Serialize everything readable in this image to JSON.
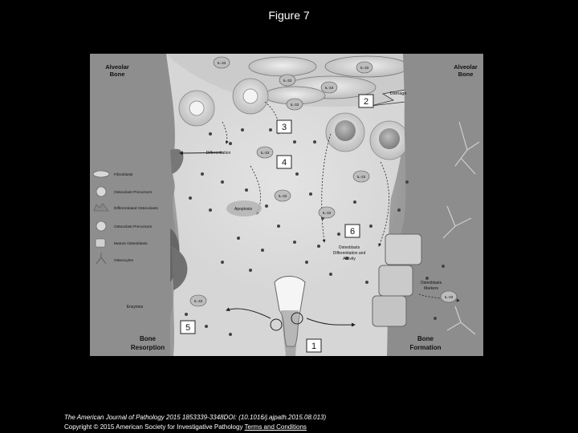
{
  "header": {
    "title": "Figure 7"
  },
  "figure": {
    "labels": {
      "alveolar_bone_left": [
        "Alveolar",
        "Bone"
      ],
      "alveolar_bone_right": [
        "Alveolar",
        "Bone"
      ],
      "damage": "Damage",
      "differentiation": "Differentiation",
      "apoptosis": "Apoptosis",
      "osteoblasts_diff": [
        "Osteoblasts",
        "Differentiation and",
        "Activity"
      ],
      "osteoblasts_markers": [
        "Osteoblasts",
        "Markers"
      ],
      "enzymes": "Enzymes",
      "bone_resorption": [
        "Bone",
        "Resorption"
      ],
      "bone_formation": [
        "Bone",
        "Formation"
      ],
      "il33": "IL-33"
    },
    "legend": [
      "Fibroblasts",
      "Osteoclast Precursors",
      "Differentiated Osteoclasts",
      "Osteoclast Precursors",
      "Mature Osteoblasts",
      "Osteocytes"
    ],
    "step_numbers": [
      "1",
      "2",
      "3",
      "4",
      "5",
      "6"
    ]
  },
  "footer": {
    "journal": "The American Journal of Pathology",
    "citation": " 2015 1853339-3348DOI: (10.1016/j.ajpath.2015.08.013)",
    "copyright": "Copyright © 2015 American Society for Investigative Pathology",
    "terms_link": "Terms and Conditions"
  }
}
